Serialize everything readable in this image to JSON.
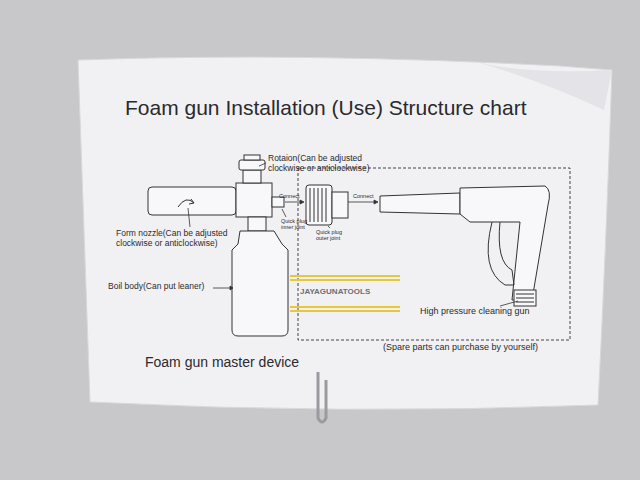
{
  "diagram": {
    "title": "Foam gun Installation (Use) Structure chart",
    "caption": "Foam gun master device",
    "labels": [
      "Rotaion(Can be adjusted clockwise or anticlockwise)",
      "Connect",
      "Form nozzle(Can be adjusted clockwise or anticlockwise)",
      "Quick plug inner joint",
      "Connect",
      "Quick plug outer joint",
      "Boil body(Can put leaner)",
      "JAYAGUNATOOLS",
      "High pressure cleaning gun",
      "(Spare parts can purchase by yourself)"
    ]
  }
}
